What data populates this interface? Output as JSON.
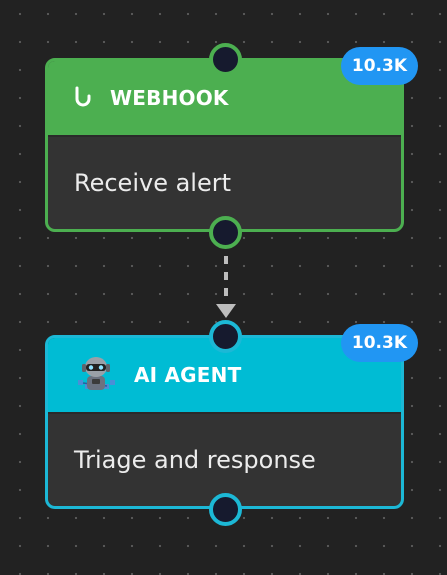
{
  "nodes": [
    {
      "title": "WEBHOOK",
      "description": "Receive alert",
      "badge": "10.3K",
      "icon": "hook-icon",
      "color": "#4caf50"
    },
    {
      "title": "AI AGENT",
      "description": "Triage and response",
      "badge": "10.3K",
      "icon": "robot-icon",
      "color": "#00bcd4"
    }
  ],
  "edges": [
    {
      "from": "WEBHOOK",
      "to": "AI AGENT",
      "style": "dashed"
    }
  ],
  "colors": {
    "canvas": "#222222",
    "badge": "#2196f3",
    "edge": "#bdbdbd",
    "port_fill": "#161a2e"
  }
}
